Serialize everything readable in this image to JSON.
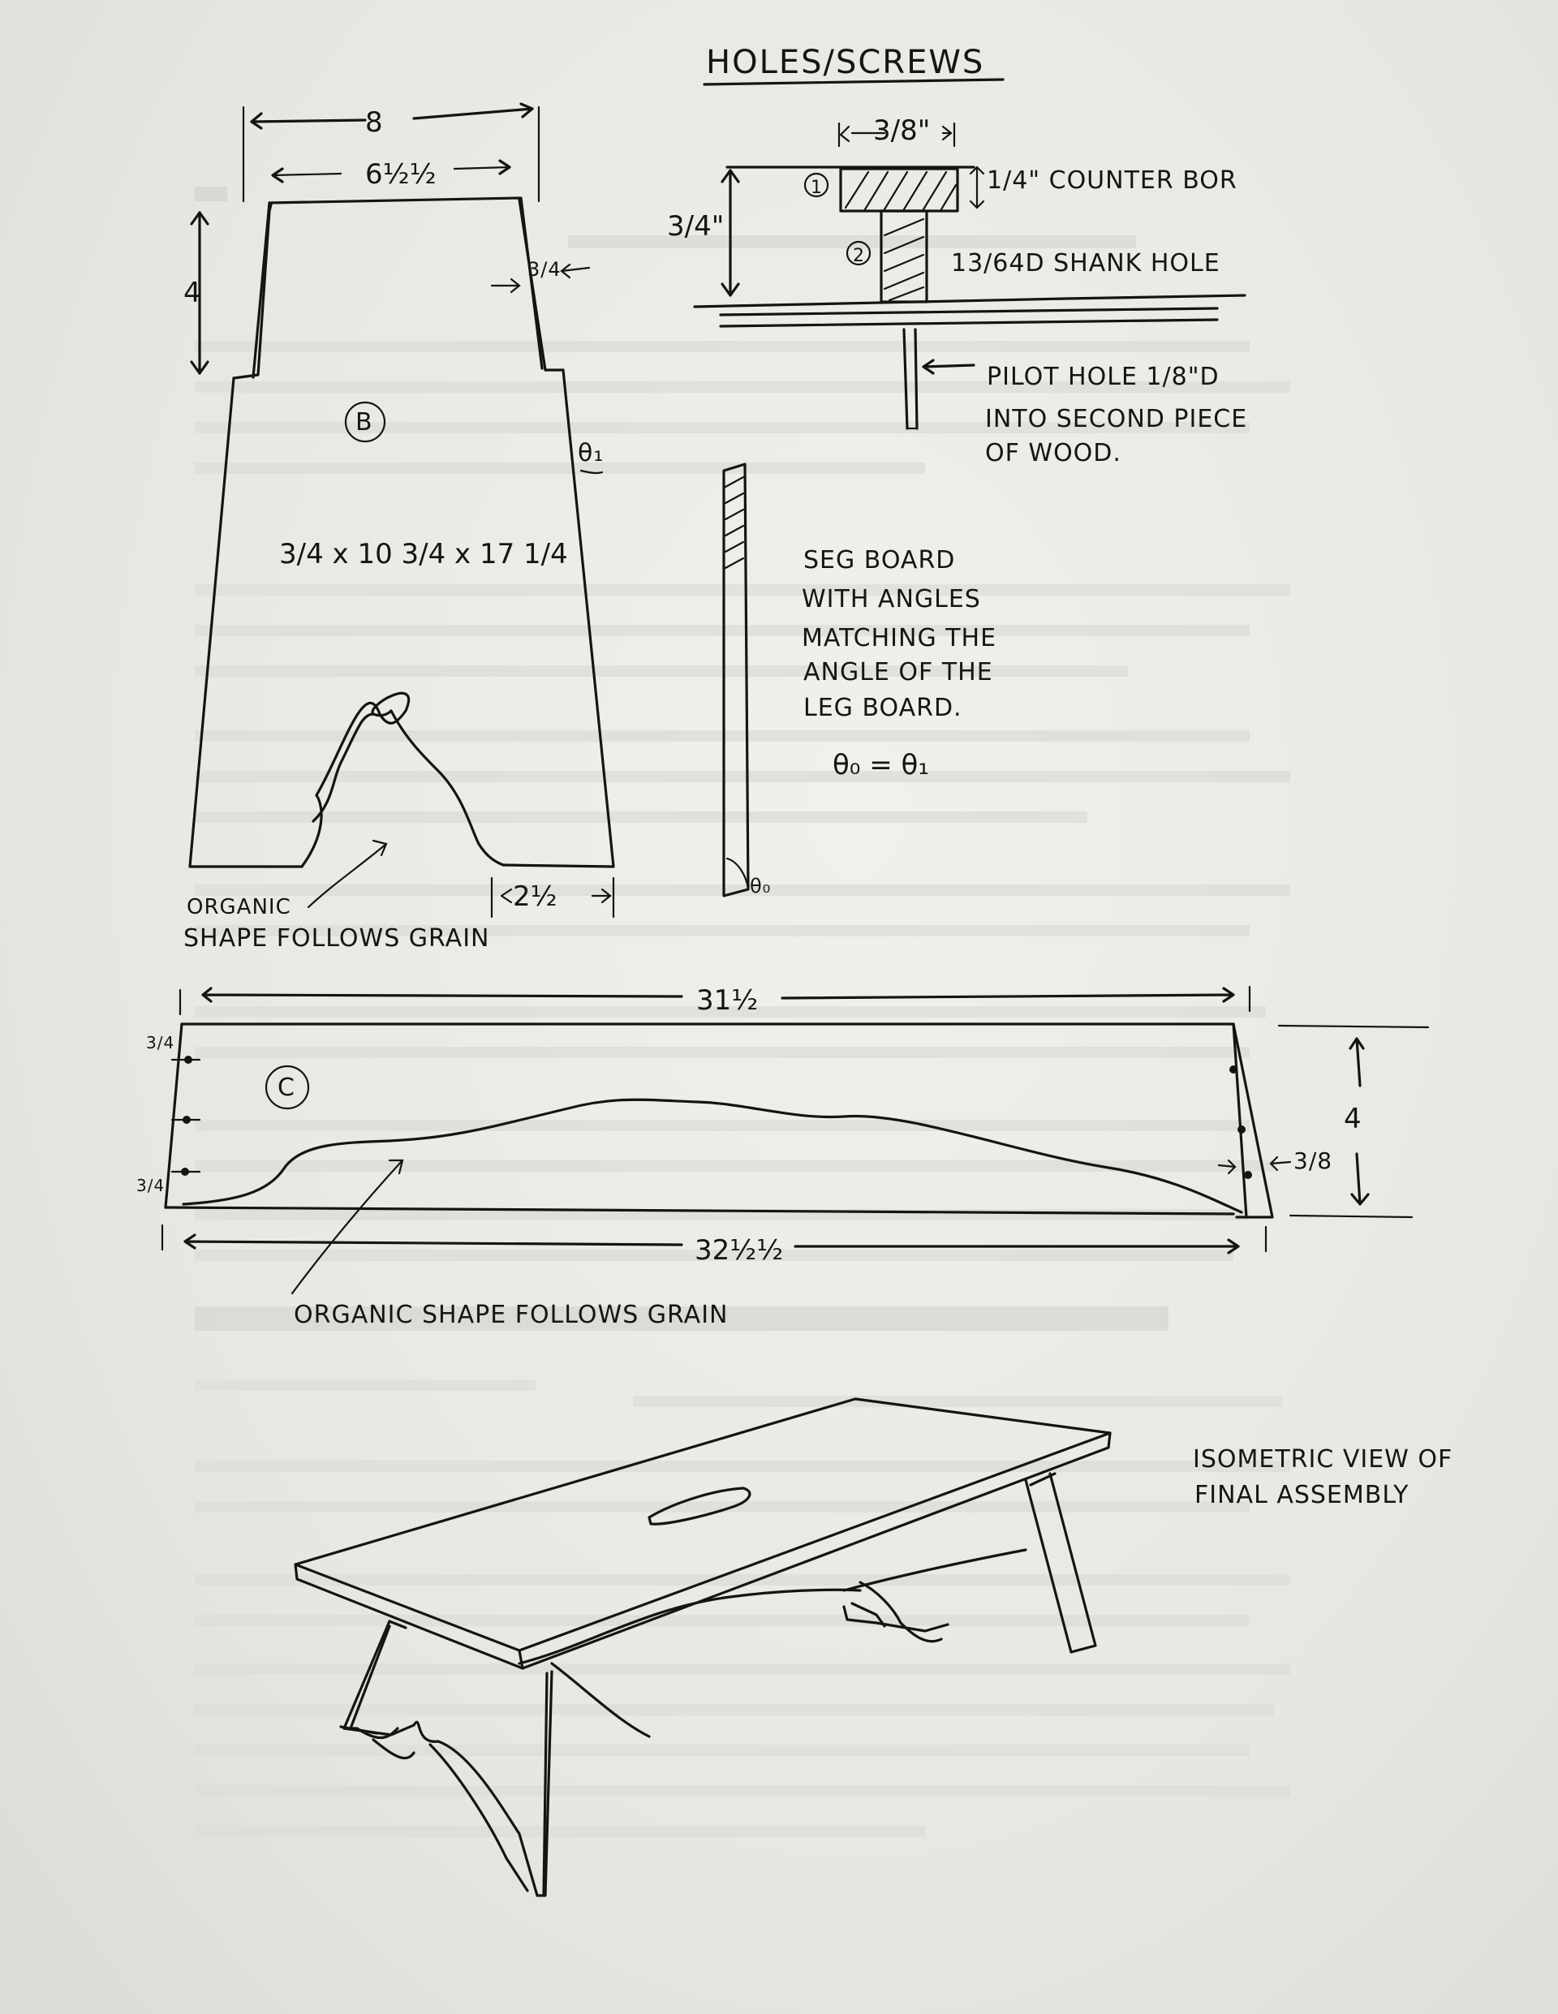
{
  "header": {
    "title": "HOLES/SCREWS"
  },
  "piece_b": {
    "label": "B",
    "top_width": "8",
    "inner_width": "6½½",
    "slot_depth": "4",
    "slot_width": "3/4",
    "angle": "θ₁",
    "dimensions": "3/4 x 10 3/4 x 17 1/4",
    "foot_width": "2½",
    "note_line1": "ORGANIC",
    "note_line2": "SHAPE FOLLOWS GRAIN"
  },
  "hole_detail": {
    "top_dim": "3/8\"",
    "thickness": "3/4\"",
    "marker_1": "1",
    "marker_2": "2",
    "counterbore": "1/4\" COUNTER BOR",
    "shank": "13/64D SHANK HOLE",
    "pilot_line1": "PILOT HOLE 1/8\"D",
    "pilot_line2": "INTO SECOND PIECE",
    "pilot_line3": "OF WOOD."
  },
  "leg_note": {
    "line1": "SEG BOARD",
    "line2": "WITH ANGLES",
    "line3": "MATCHING THE",
    "line4": "ANGLE OF THE",
    "line5": "LEG BOARD.",
    "equation": "θ₀ = θ₁",
    "angle_label": "θ₀"
  },
  "piece_c": {
    "label": "C",
    "top_length": "31½",
    "bottom_length": "32½½",
    "height": "4",
    "left_top": "3/4",
    "left_bottom": "3/4",
    "right_offset": "3/8",
    "note": "ORGANIC SHAPE FOLLOWS GRAIN"
  },
  "iso": {
    "line1": "ISOMETRIC VIEW OF",
    "line2": "FINAL ASSEMBLY"
  }
}
